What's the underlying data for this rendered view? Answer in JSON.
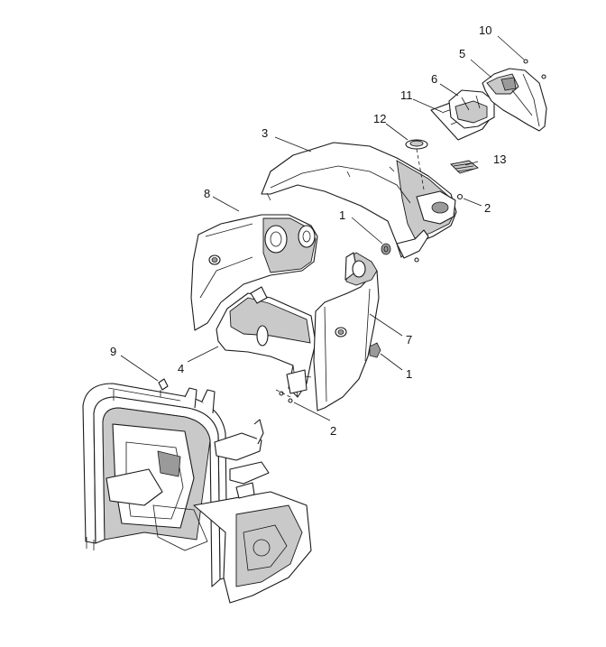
{
  "callouts": [
    {
      "id": "c10",
      "text": "10"
    },
    {
      "id": "c5",
      "text": "5"
    },
    {
      "id": "c6",
      "text": "6"
    },
    {
      "id": "c11",
      "text": "11"
    },
    {
      "id": "c12",
      "text": "12"
    },
    {
      "id": "c3",
      "text": "3"
    },
    {
      "id": "c13",
      "text": "13"
    },
    {
      "id": "c2a",
      "text": "2"
    },
    {
      "id": "c8",
      "text": "8"
    },
    {
      "id": "c1a",
      "text": "1"
    },
    {
      "id": "c7",
      "text": "7"
    },
    {
      "id": "c1b",
      "text": "1"
    },
    {
      "id": "c9",
      "text": "9"
    },
    {
      "id": "c4",
      "text": "4"
    },
    {
      "id": "c2b",
      "text": "2"
    }
  ]
}
